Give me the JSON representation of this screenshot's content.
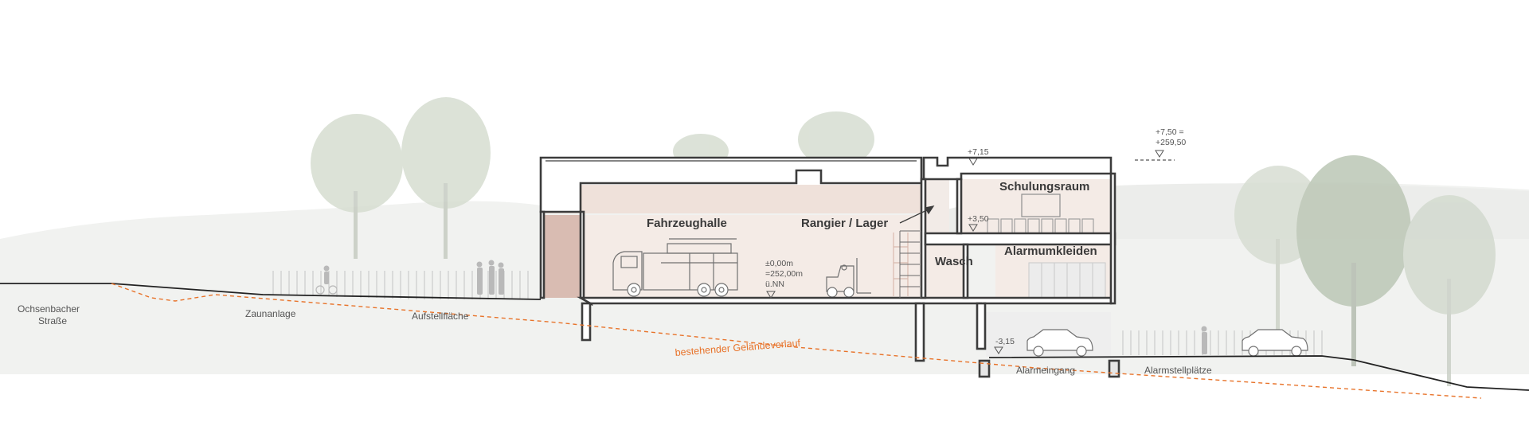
{
  "rooms": {
    "fahrzeughalle": "Fahrzeughalle",
    "rangier_lager": "Rangier / Lager",
    "schulungsraum": "Schulungsraum",
    "wasch": "Wasch",
    "alarmumkleiden": "Alarmumkleiden"
  },
  "site_labels": {
    "street_line1": "Ochsenbacher",
    "street_line2": "Straße",
    "fence": "Zaunanlage",
    "set_up_area": "Aufstellfläche",
    "alarm_entrance": "Alarmeingang",
    "alarm_parking": "Alarmstellplätze",
    "existing_terrain": "bestehender Geländeverlauf"
  },
  "levels": {
    "ground_line1": "±0,00m",
    "ground_line2": "=252,00m",
    "ground_line3": "ü.NN",
    "upper": "+3,50",
    "roof": "+7,15",
    "basement": "-3,15",
    "max_line1": "+7,50 =",
    "max_line2": "+259,50"
  },
  "colors": {
    "structure": "#3c3c3c",
    "interior_wall": "#eee3de",
    "facade_cladding": "#d9bcb2",
    "terrain_line": "#e8732a",
    "label_text": "#555555",
    "trees": "#c9d2c2"
  }
}
